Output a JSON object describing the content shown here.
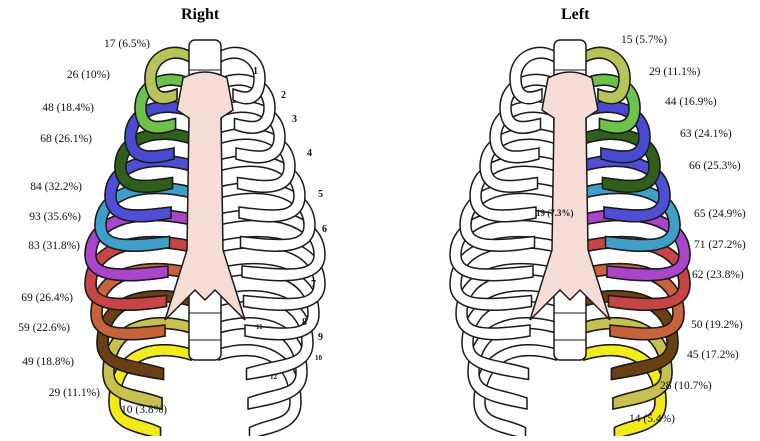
{
  "panels": {
    "right": {
      "title": "Right",
      "rib_numbers": [
        "1",
        "2",
        "3",
        "4",
        "5",
        "6",
        "7",
        "8",
        "9",
        "10",
        "11",
        "12"
      ],
      "ribs": [
        {
          "rib": 1,
          "label": "17 (6.5%)",
          "color": "#b6c45a"
        },
        {
          "rib": 2,
          "label": "26 (10%)",
          "color": "#6cc24a"
        },
        {
          "rib": 3,
          "label": "48 (18.4%)",
          "color": "#4a4ad0"
        },
        {
          "rib": 4,
          "label": "68 (26.1%)",
          "color": "#2f5f1a"
        },
        {
          "rib": 5,
          "label": "84 (32.2%)",
          "color": "#4f4fd6"
        },
        {
          "rib": 6,
          "label": "93 (35.6%)",
          "color": "#3f9fc8"
        },
        {
          "rib": 7,
          "label": "83 (31.8%)",
          "color": "#a845c8"
        },
        {
          "rib": 8,
          "label": "69 (26.4%)",
          "color": "#c84545"
        },
        {
          "rib": 9,
          "label": "59 (22.6%)",
          "color": "#c8643c"
        },
        {
          "rib": 10,
          "label": "49 (18.8%)",
          "color": "#6b3f14"
        },
        {
          "rib": 11,
          "label": "29 (11.1%)",
          "color": "#c8c050"
        },
        {
          "rib": 12,
          "label": "10 (3.8%)",
          "color": "#f2ea1a"
        }
      ]
    },
    "left": {
      "title": "Left",
      "sternum_label": "19 (7.3%)",
      "ribs": [
        {
          "rib": 1,
          "label": "15 (5.7%)",
          "color": "#b6c45a"
        },
        {
          "rib": 2,
          "label": "29 (11.1%)",
          "color": "#6cc24a"
        },
        {
          "rib": 3,
          "label": "44 (16.9%)",
          "color": "#4a4ad0"
        },
        {
          "rib": 4,
          "label": "63 (24.1%)",
          "color": "#2f5f1a"
        },
        {
          "rib": 5,
          "label": "66 (25.3%)",
          "color": "#4f4fd6"
        },
        {
          "rib": 6,
          "label": "65 (24.9%)",
          "color": "#3f9fc8"
        },
        {
          "rib": 7,
          "label": "71 (27.2%)",
          "color": "#a845c8"
        },
        {
          "rib": 8,
          "label": "62 (23.8%)",
          "color": "#c84545"
        },
        {
          "rib": 9,
          "label": "50 (19.2%)",
          "color": "#c8643c"
        },
        {
          "rib": 10,
          "label": "45 (17.2%)",
          "color": "#6b3f14"
        },
        {
          "rib": 11,
          "label": "28 (10.7%)",
          "color": "#c8c050"
        },
        {
          "rib": 12,
          "label": "14 (5.4%)",
          "color": "#f2ea1a"
        }
      ]
    }
  },
  "colors": {
    "sternum": "#f5ddd5",
    "uncolored_rib": "#ffffff",
    "outline": "#1a1a1a"
  }
}
